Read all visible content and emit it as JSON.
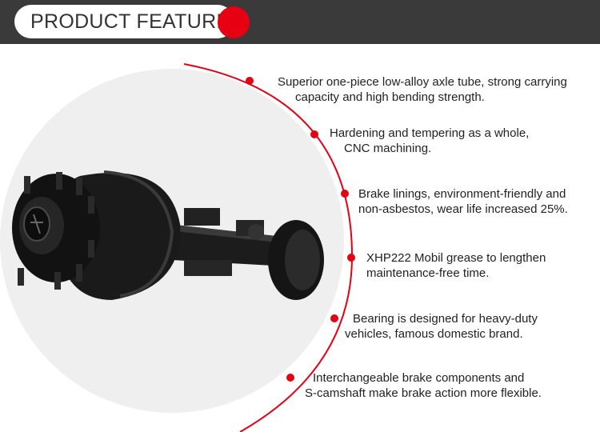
{
  "header": {
    "title": "PRODUCT FEATURES"
  },
  "features": [
    {
      "line1": "Superior one-piece low-alloy axle tube, strong carrying",
      "line2": "capacity and high bending strength."
    },
    {
      "line1": "Hardening and tempering as a whole,",
      "line2": "CNC machining."
    },
    {
      "line1": "Brake linings, environment-friendly and",
      "line2": "non-asbestos, wear life increased 25%."
    },
    {
      "line1": "XHP222 Mobil grease to lengthen",
      "line2": "maintenance-free time."
    },
    {
      "line1": "Bearing is designed for heavy-duty",
      "line2": "vehicles, famous domestic brand."
    },
    {
      "line1": "Interchangeable brake components and",
      "line2": "S-camshaft make brake action more flexible."
    }
  ],
  "colors": {
    "accent": "#e60012",
    "header_bg": "#3a3a3a",
    "circle_bg": "#efefef"
  }
}
